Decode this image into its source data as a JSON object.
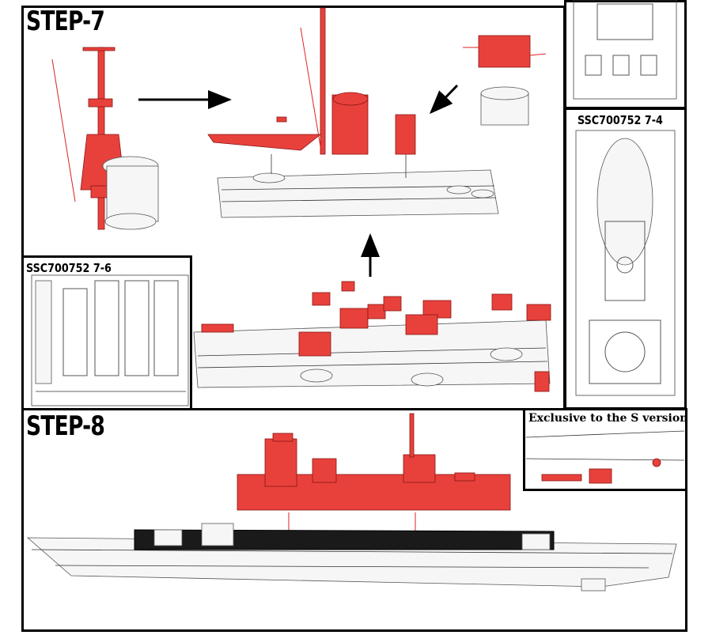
{
  "step7": {
    "title": "STEP-7"
  },
  "step8": {
    "title": "STEP-8"
  },
  "insets": {
    "top_right": {
      "label": ""
    },
    "right": {
      "label": "SSC700752 7-4"
    },
    "left": {
      "label": "SSC700752 7-6"
    },
    "step8": {
      "label": "Exclusive to the S version"
    }
  },
  "colors": {
    "highlight": "#e8413c",
    "line": "#333333",
    "frame": "#000000"
  }
}
